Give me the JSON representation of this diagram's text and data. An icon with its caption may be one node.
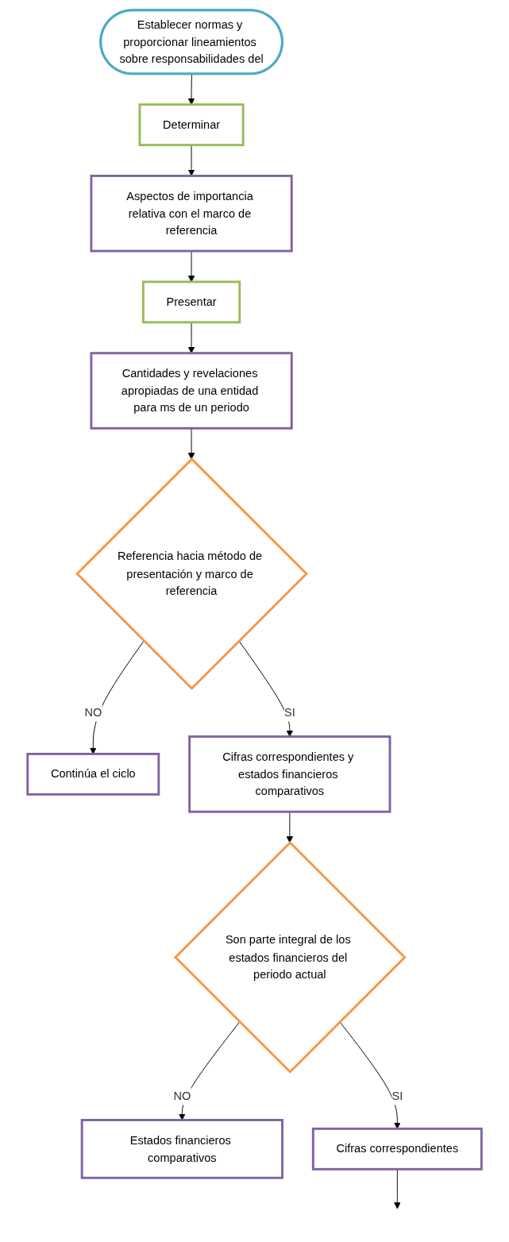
{
  "diagram": {
    "nodes": [
      {
        "text": [
          "Establecer normas y proporcionar lineamientos sobre responsabilidades del"
        ]
      },
      {
        "text": [
          "Determinar"
        ]
      },
      {
        "text": [
          "Aspectos de importancia relativa con el marco de referencia"
        ]
      },
      {
        "text": [
          "Presentar"
        ]
      },
      {
        "text": [
          "Cantidades y revelaciones apropiadas de una entidad para ms de un periodo"
        ]
      },
      {
        "text": [
          "Referencia hacia método de presentación y marco de referencia"
        ]
      },
      {
        "text": [
          "Continúa el ciclo"
        ]
      },
      {
        "text": [
          "Cifras correspondientes y estados financieros comparativos"
        ]
      },
      {
        "text": [
          "Son parte integral de los estados financieros del periodo actual"
        ]
      },
      {
        "text": [
          "Estados financieros comparativos"
        ]
      },
      {
        "text": [
          "Cifras correspondientes"
        ]
      }
    ],
    "edges": [
      {
        "from": 0,
        "to": 1,
        "arrow": "to"
      },
      {
        "from": 1,
        "to": 2,
        "arrow": "to"
      },
      {
        "from": 2,
        "to": 3,
        "arrow": "to"
      },
      {
        "from": 3,
        "to": 4,
        "arrow": "to"
      },
      {
        "from": 4,
        "to": 5,
        "arrow": "to"
      },
      {
        "from": 5,
        "to": 6,
        "label": "NO",
        "arrow": "to"
      },
      {
        "from": 5,
        "to": 7,
        "label": "SI",
        "arrow": "to"
      },
      {
        "from": 7,
        "to": 8,
        "arrow": "to"
      },
      {
        "from": 8,
        "to": 9,
        "label": "NO",
        "arrow": "to"
      },
      {
        "from": 8,
        "to": 10,
        "label": "SI",
        "arrow": "to"
      },
      {
        "from": 10,
        "to": null,
        "arrow": "to"
      }
    ]
  }
}
